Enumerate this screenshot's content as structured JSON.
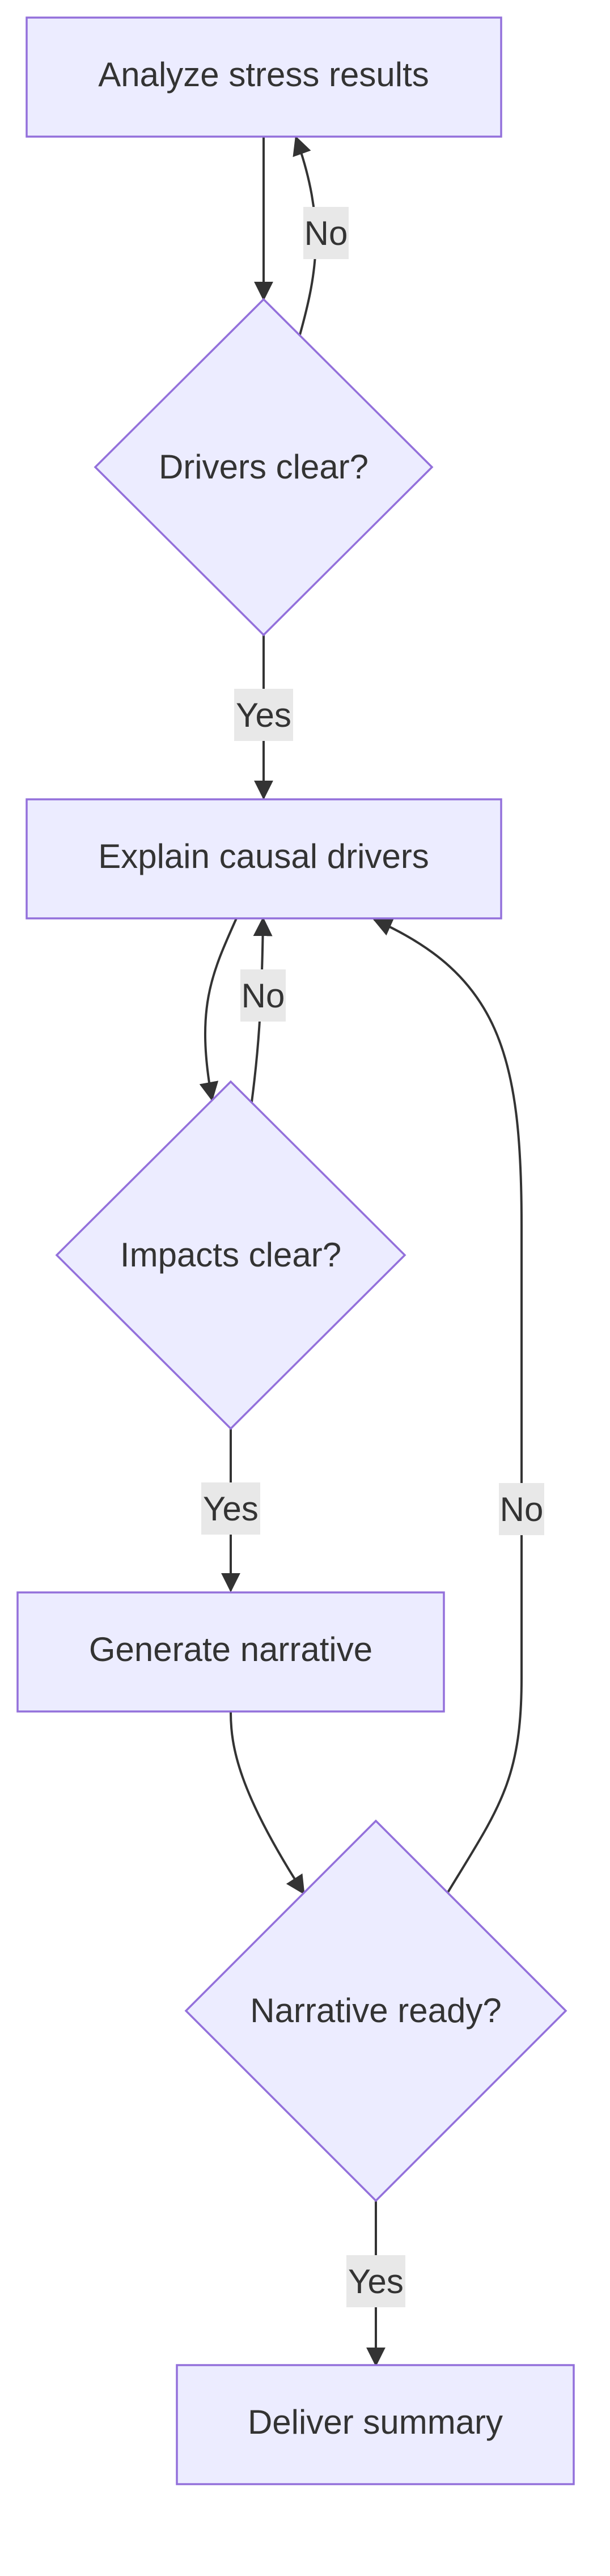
{
  "nodes": {
    "analyze": {
      "label": "Analyze stress results"
    },
    "drivers_clear": {
      "label": "Drivers clear?"
    },
    "explain": {
      "label": "Explain causal drivers"
    },
    "impacts_clear": {
      "label": "Impacts clear?"
    },
    "generate": {
      "label": "Generate narrative"
    },
    "narrative_ready": {
      "label": "Narrative ready?"
    },
    "deliver": {
      "label": "Deliver summary"
    }
  },
  "edges": {
    "drivers_no": "No",
    "drivers_yes": "Yes",
    "impacts_no": "No",
    "impacts_yes": "Yes",
    "ready_no": "No",
    "ready_yes": "Yes"
  },
  "colors": {
    "node_fill": "#ECECFF",
    "node_stroke": "#9370DB",
    "edge": "#333333",
    "label_bg": "#e8e8e8",
    "text": "#333333"
  }
}
